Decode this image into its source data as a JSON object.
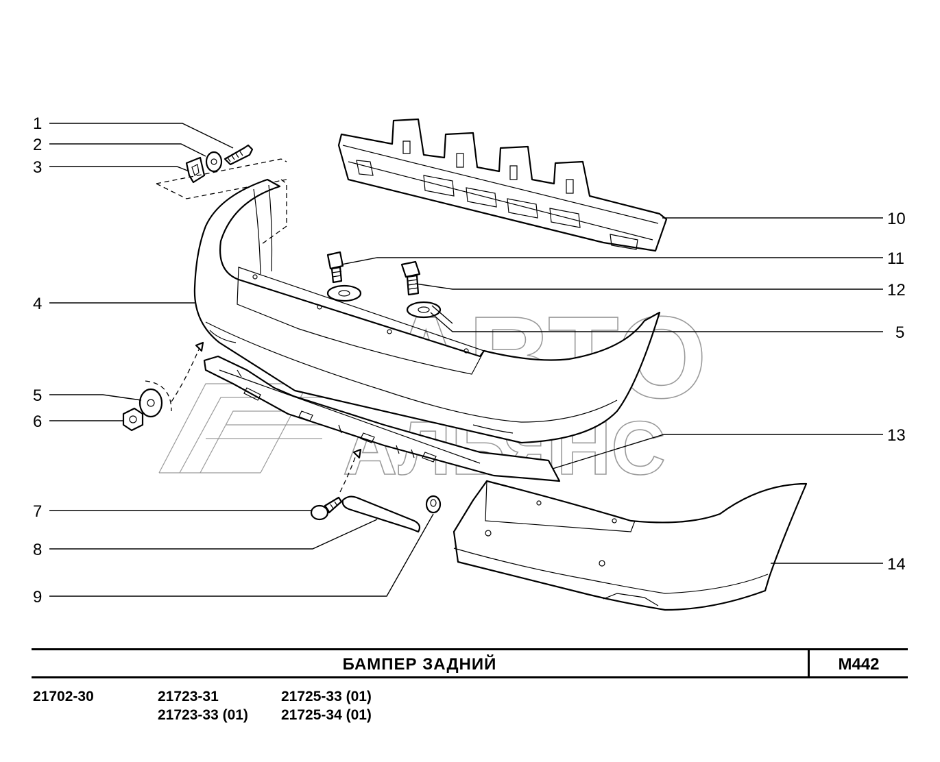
{
  "callouts": [
    {
      "number": "1"
    },
    {
      "number": "2"
    },
    {
      "number": "3"
    },
    {
      "number": "4"
    },
    {
      "number": "5"
    },
    {
      "number": "6"
    },
    {
      "number": "7"
    },
    {
      "number": "8"
    },
    {
      "number": "9"
    },
    {
      "number": "10"
    },
    {
      "number": "11"
    },
    {
      "number": "12"
    },
    {
      "number": "5"
    },
    {
      "number": "13"
    },
    {
      "number": "14"
    }
  ],
  "watermark": {
    "line1": "АВТО",
    "line2": "АЛЬЯНС"
  },
  "title_block": {
    "title": "БАМПЕР   ЗАДНИЙ",
    "code": "М442"
  },
  "models": [
    "21702-30",
    "21723-31",
    "21723-33 (01)",
    "21725-33 (01)",
    "21725-34 (01)"
  ]
}
